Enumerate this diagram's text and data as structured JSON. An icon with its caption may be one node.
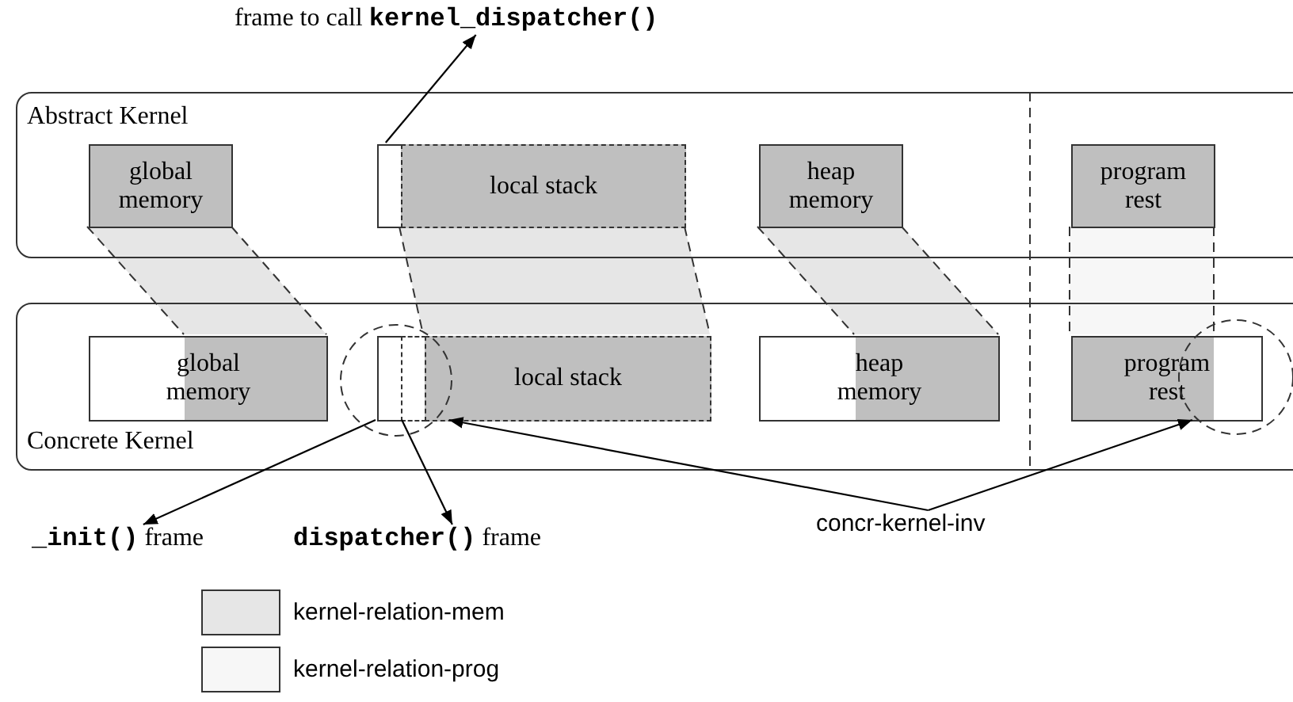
{
  "diagram": {
    "nodes": [
      {
        "text": [
          "Abstract Kernel"
        ]
      },
      {
        "text": [
          "global memory"
        ],
        "in": 0
      },
      {
        "text": [],
        "shape": "box",
        "in": 0
      },
      {
        "text": [
          "local stack"
        ],
        "in": 0
      },
      {
        "text": [
          "heap memory"
        ],
        "in": 0
      },
      {
        "text": [
          "program rest"
        ],
        "in": 0
      },
      {
        "text": [
          "Concrete Kernel"
        ]
      },
      {
        "text": [
          "global memory"
        ],
        "in": 6
      },
      {
        "text": [],
        "shape": "box",
        "in": 6
      },
      {
        "text": [],
        "shape": "box",
        "in": 6
      },
      {
        "text": [
          "local stack"
        ],
        "in": 6
      },
      {
        "text": [
          "heap memory"
        ],
        "in": 6
      },
      {
        "text": [
          "program rest"
        ],
        "in": 6
      },
      {
        "text": [
          "frame to call **kernel_dispatcher()**"
        ]
      },
      {
        "text": [
          "**_init()** frame"
        ]
      },
      {
        "text": [
          "**dispatcher()** frame"
        ]
      },
      {
        "text": [
          "concr-kernel-inv"
        ]
      }
    ],
    "edges": [
      {
        "from": 2,
        "to": 13,
        "arrow": "to"
      },
      {
        "from": 8,
        "to": 14,
        "arrow": "to"
      },
      {
        "from": 9,
        "to": 15,
        "arrow": "to"
      },
      {
        "from": 16,
        "to": 10,
        "arrow": "to"
      },
      {
        "from": 16,
        "to": 12,
        "arrow": "to"
      }
    ],
    "legend": [
      {
        "text": "kernel-relation-mem",
        "color": "#e6e6e6"
      },
      {
        "text": "kernel-relation-prog",
        "color": "#f7f7f7"
      }
    ]
  }
}
